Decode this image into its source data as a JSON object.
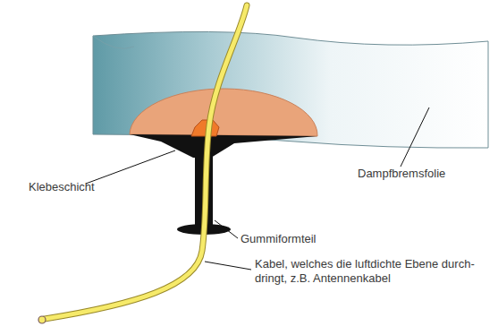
{
  "diagram": {
    "labels": [
      "Klebeschicht",
      "Dampfbremsfolie",
      "Gummiformteil",
      "Kabel, welches die luftdichte Ebene durch- dringt, z.B. Antennenkabel"
    ]
  }
}
